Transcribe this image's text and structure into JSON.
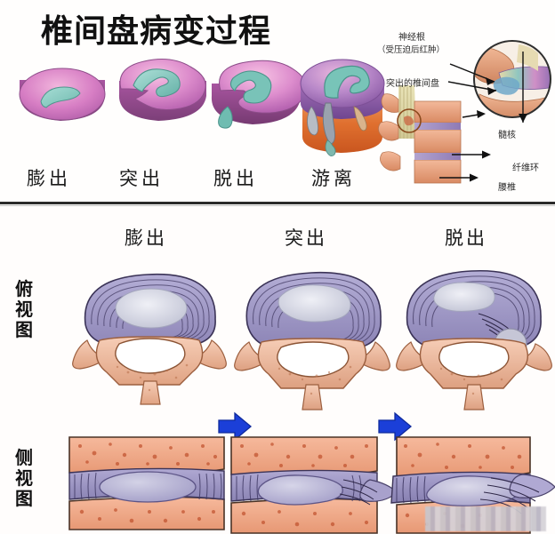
{
  "title": "椎间盘病变过程",
  "top_section": {
    "stages": [
      {
        "label": "膨出",
        "id": "bulging"
      },
      {
        "label": "突出",
        "id": "protrusion"
      },
      {
        "label": "脱出",
        "id": "extrusion"
      },
      {
        "label": "游离",
        "id": "sequestration"
      }
    ],
    "annotations": [
      {
        "id": "nerve-root",
        "line1": "神经根",
        "line2": "（受压迫后红肿）"
      },
      {
        "id": "herniated-disc",
        "text": "突出的椎间盘"
      },
      {
        "id": "nucleus-pulposus",
        "text": "髓核"
      },
      {
        "id": "annulus-fibrosus",
        "text": "纤维环"
      },
      {
        "id": "lumbar-vertebra",
        "text": "腰椎"
      }
    ]
  },
  "bottom_section": {
    "column_headers": [
      "膨出",
      "突出",
      "脱出"
    ],
    "row_labels": [
      "俯视图",
      "侧视图"
    ],
    "arrow_count": 2
  },
  "colors": {
    "disc_magenta": "#c06cb4",
    "disc_pink": "#eda8cf",
    "nucleus_teal": "#7fc9bd",
    "vertebra_orange": "#e2793c",
    "annulus_lavender": "#9a94c4",
    "nucleus_gray": "#cfd0dc",
    "bone_salmon": "#f0a184",
    "arrow_blue": "#1b3fd8",
    "title_black": "#111111"
  }
}
